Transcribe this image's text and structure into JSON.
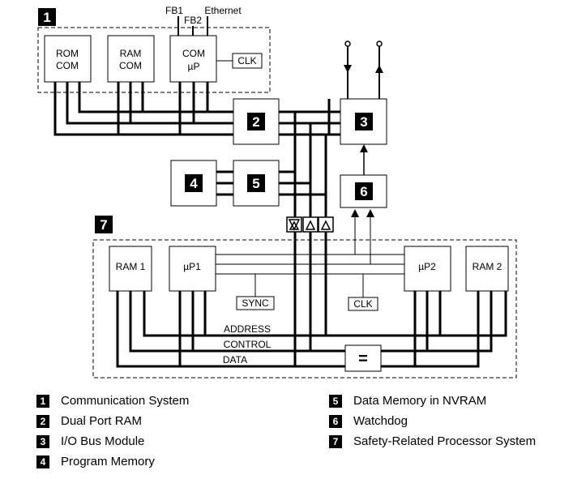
{
  "top_labels": {
    "fb1": "FB1",
    "fb2": "FB2",
    "ethernet": "Ethernet"
  },
  "section_numbers": {
    "s1": "1",
    "s2": "2",
    "s3": "3",
    "s4": "4",
    "s5": "5",
    "s6": "6",
    "s7": "7"
  },
  "blocks": {
    "rom_com_line1": "ROM",
    "rom_com_line2": "COM",
    "ram_com_line1": "RAM",
    "ram_com_line2": "COM",
    "com_up_line1": "COM",
    "com_up_line2": "µP",
    "clk_top": "CLK",
    "ram1": "RAM 1",
    "up1": "µP1",
    "up2": "µP2",
    "ram2": "RAM 2",
    "sync": "SYNC",
    "clk_bottom": "CLK",
    "equals": "="
  },
  "bus_labels": {
    "address": "ADDRESS",
    "control": "CONTROL",
    "data": "DATA"
  },
  "legend": [
    {
      "num": "1",
      "text": "Communication System"
    },
    {
      "num": "2",
      "text": "Dual Port RAM"
    },
    {
      "num": "3",
      "text": "I/O Bus Module"
    },
    {
      "num": "4",
      "text": "Program Memory"
    },
    {
      "num": "5",
      "text": "Data Memory in NVRAM"
    },
    {
      "num": "6",
      "text": "Watchdog"
    },
    {
      "num": "7",
      "text": "Safety-Related Processor System"
    }
  ]
}
